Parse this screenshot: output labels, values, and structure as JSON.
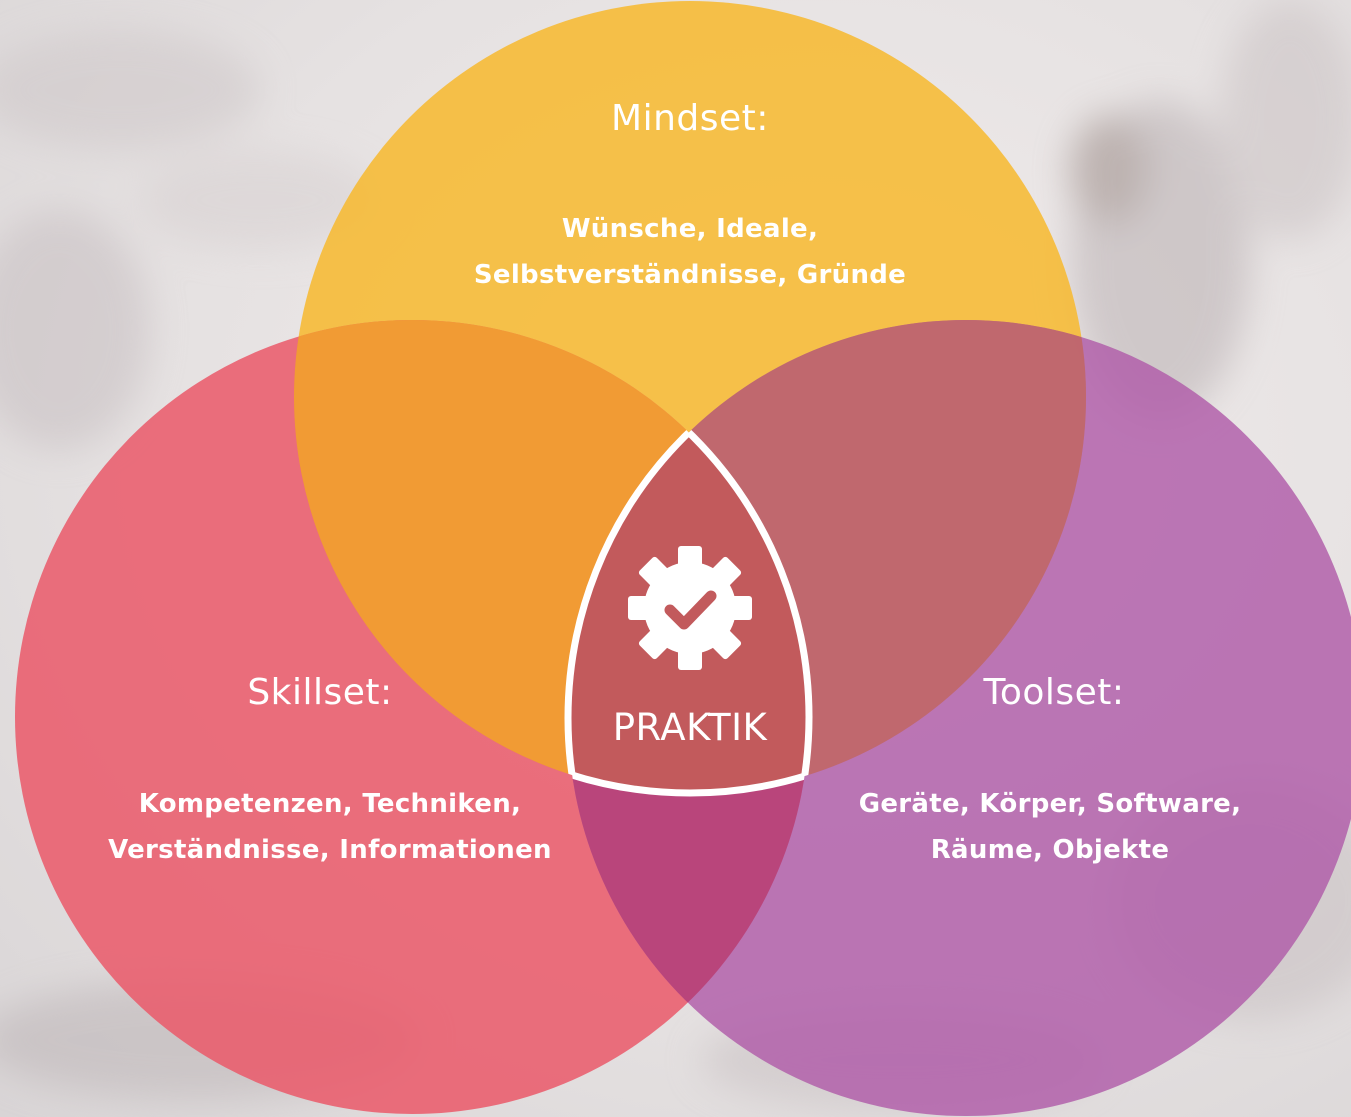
{
  "colors": {
    "mindset": "#f7b92e",
    "skillset": "#ea5a6a",
    "toolset": "#b05ba8",
    "center": "#c25a5c",
    "outline": "#ffffff"
  },
  "mindset": {
    "title": "Mindset:",
    "lines": [
      "Wünsche, Ideale,",
      "Selbstverständnisse, Gründe"
    ]
  },
  "skillset": {
    "title": "Skillset:",
    "lines": [
      "Kompetenzen, Techniken,",
      "Verständnisse, Informationen"
    ]
  },
  "toolset": {
    "title": "Toolset:",
    "lines": [
      "Geräte, Körper, Software,",
      "Räume, Objekte"
    ]
  },
  "center": {
    "label": "PRAKTIK",
    "icon": "gear-check-icon"
  },
  "background": {
    "description_icon": "blurred-photo-background"
  }
}
